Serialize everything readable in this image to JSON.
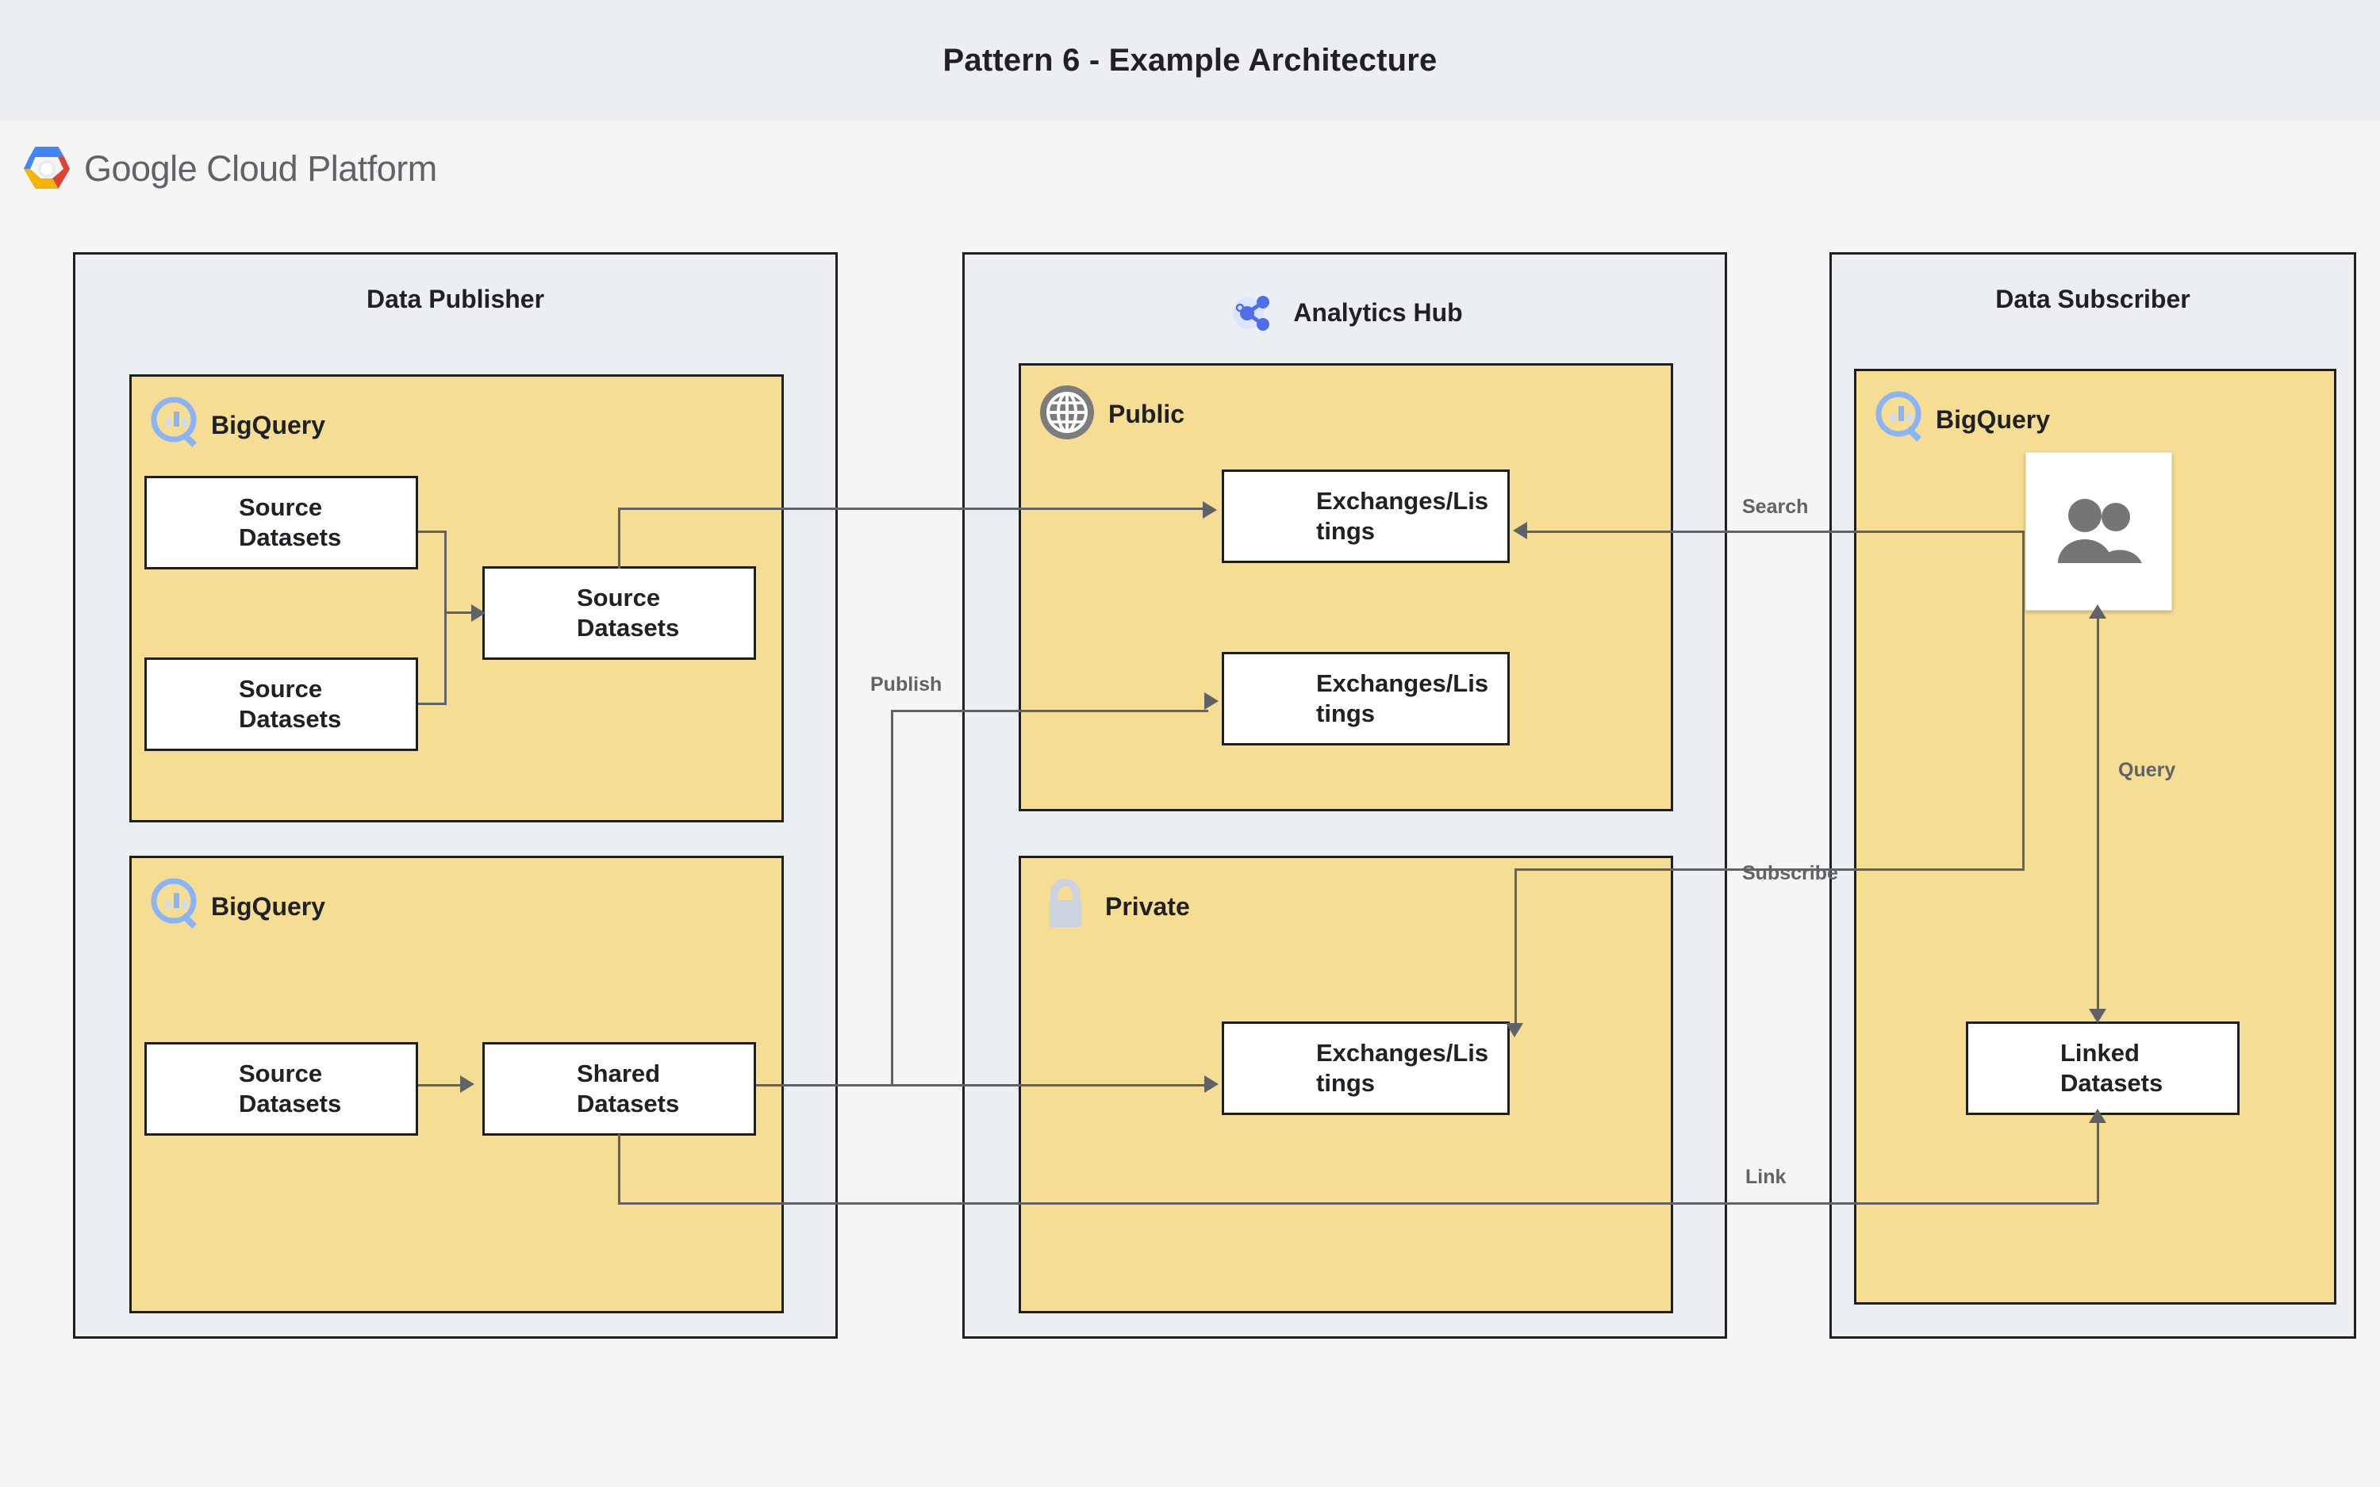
{
  "header": {
    "title": "Pattern 6 - Example Architecture"
  },
  "brand": {
    "name": "Google Cloud Platform",
    "logo_icon": "gcp-hexagon-logo"
  },
  "colors": {
    "header_bg": "#eceff1",
    "canvas_bg": "#f5f5f5",
    "panel_yellow": "#f5dd94",
    "group_bg": "#eceff1",
    "stroke": "#1f1f1f",
    "connector": "#5f6368",
    "bigquery_blue": "#8ab4f8",
    "analytics_hub_blue": "#4f6fe8",
    "icon_gray": "#757575",
    "lock_gray": "#ccd3e0"
  },
  "groups": [
    {
      "id": "publisher",
      "title": "Data Publisher",
      "icon": null
    },
    {
      "id": "hub",
      "title": "Analytics Hub",
      "icon": "analytics-hub-icon"
    },
    {
      "id": "subscriber",
      "title": "Data Subscriber",
      "icon": null
    }
  ],
  "panels": [
    {
      "id": "pub-bq-top",
      "label": "BigQuery",
      "icon": "bigquery-icon"
    },
    {
      "id": "pub-bq-bottom",
      "label": "BigQuery",
      "icon": "bigquery-icon"
    },
    {
      "id": "hub-public",
      "label": "Public",
      "icon": "globe-icon"
    },
    {
      "id": "hub-private",
      "label": "Private",
      "icon": "lock-icon"
    },
    {
      "id": "sub-bq",
      "label": "BigQuery",
      "icon": "bigquery-icon"
    }
  ],
  "nodes": {
    "pub_source_1": {
      "label": "Source Datasets",
      "line1": "Source",
      "line2": "Datasets",
      "icon": "dataset-icon"
    },
    "pub_source_2": {
      "label": "Source Datasets",
      "line1": "Source",
      "line2": "Datasets",
      "icon": "dataset-icon"
    },
    "pub_source_3": {
      "label": "Source Datasets",
      "line1": "Source",
      "line2": "Datasets",
      "icon": "dataset-icon"
    },
    "pub_source_4": {
      "label": "Source Datasets",
      "line1": "Source",
      "line2": "Datasets",
      "icon": "dataset-icon"
    },
    "pub_shared": {
      "label": "Shared Datasets",
      "line1": "Shared",
      "line2": "Datasets",
      "icon": "dataset-icon"
    },
    "pub_exch_1": {
      "label": "Exchanges/Listings",
      "line1": "Exchanges/Lis",
      "line2": "tings",
      "icon": "dataset-icon"
    },
    "pub_exch_2": {
      "label": "Exchanges/Listings",
      "line1": "Exchanges/Lis",
      "line2": "tings",
      "icon": "dataset-icon"
    },
    "priv_exch": {
      "label": "Exchanges/Listings",
      "line1": "Exchanges/Lis",
      "line2": "tings",
      "icon": "dataset-icon"
    },
    "sub_users": {
      "label": "Users",
      "icon": "users-icon"
    },
    "sub_linked": {
      "label": "Linked Datasets",
      "line1": "Linked",
      "line2": "Datasets",
      "icon": "dataset-icon"
    }
  },
  "edges": [
    {
      "id": "publish",
      "label": "Publish"
    },
    {
      "id": "search",
      "label": "Search"
    },
    {
      "id": "subscribe",
      "label": "Subscribe"
    },
    {
      "id": "query",
      "label": "Query"
    },
    {
      "id": "link",
      "label": "Link"
    }
  ]
}
